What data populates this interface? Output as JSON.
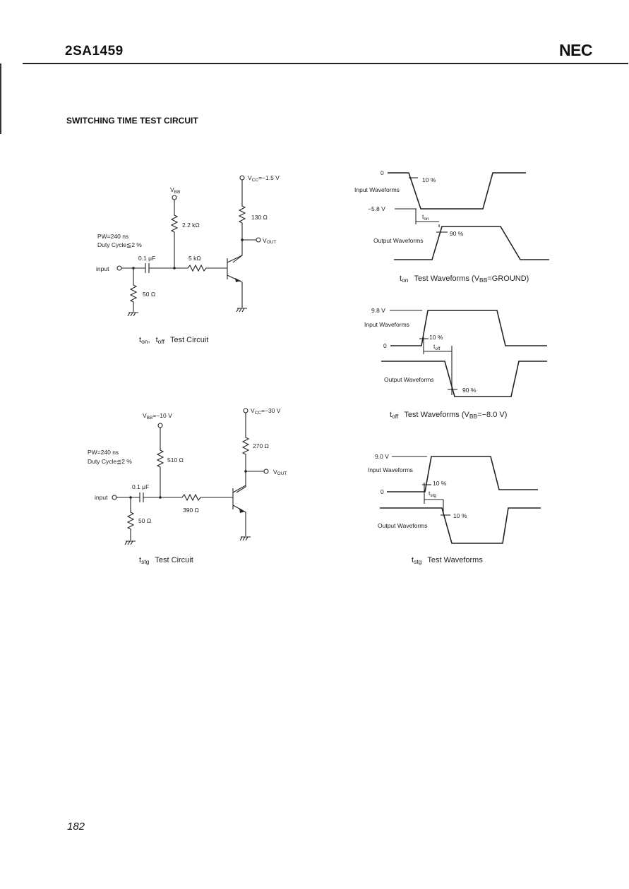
{
  "header": {
    "part_number": "2SA1459",
    "brand": "NEC",
    "section_title": "SWITCHING TIME TEST CIRCUIT"
  },
  "page_number": "182",
  "circuit1": {
    "caption_t1": "t",
    "caption_t1_sub": "on",
    "caption_sep": ",",
    "caption_t2": "t",
    "caption_t2_sub": "off",
    "caption_rest": "Test Circuit",
    "vbb": "V",
    "vbb_sub": "BB",
    "r_base_top": "2.2 kΩ",
    "vcc": "V",
    "vcc_sub": "CC",
    "vcc_value": "=−1.5 V",
    "r_collector": "130 Ω",
    "vout": "V",
    "vout_sub": "OUT",
    "pw": "PW=240 ns",
    "duty": "Duty Cycle≦2 %",
    "cap": "0.1 μF",
    "r_series": "5 kΩ",
    "input": "input",
    "r_input": "50 Ω"
  },
  "circuit2": {
    "caption_t": "t",
    "caption_sub": "stg",
    "caption_rest": "Test Circuit",
    "vbb": "V",
    "vbb_sub": "BB",
    "vbb_value": "=−10 V",
    "vcc": "V",
    "vcc_sub": "CC",
    "vcc_value": "=−30 V",
    "r_collector": "270 Ω",
    "vout": "V",
    "vout_sub": "OUT",
    "pw": "PW=240 ns",
    "duty": "Duty Cycle≦2 %",
    "r_base_top": "510 Ω",
    "cap": "0.1 μF",
    "input": "input",
    "r_series": "390 Ω",
    "r_input": "50 Ω"
  },
  "wave_ton": {
    "level_top": "0",
    "level_bottom": "−5.8 V",
    "input_label": "Input Waveforms",
    "pct_input": "10 %",
    "t": "t",
    "t_sub": "on",
    "output_label": "Output Waveforms",
    "pct_output": "90 %",
    "caption_t": "t",
    "caption_sub": "on",
    "caption_rest": "Test Waveforms (V",
    "caption_vsub": "BB",
    "caption_end": "=GROUND)"
  },
  "wave_toff": {
    "level_top": "9.8 V",
    "input_label": "Input Waveforms",
    "pct_input": "10 %",
    "level_zero": "0",
    "t": "t",
    "t_sub": "off",
    "output_label": "Output Waveforms",
    "pct_output": "90 %",
    "caption_t": "t",
    "caption_sub": "off",
    "caption_rest": "Test Waveforms (V",
    "caption_vsub": "BB",
    "caption_end": "=−8.0 V)"
  },
  "wave_tstg": {
    "level_top": "9.0 V",
    "input_label": "Input Waveforms",
    "pct_input": "10 %",
    "level_zero": "0",
    "t": "t",
    "t_sub": "stg",
    "output_label": "Output Waveforms",
    "pct_output": "10 %",
    "caption_t": "t",
    "caption_sub": "stg",
    "caption_rest": "Test Waveforms"
  }
}
